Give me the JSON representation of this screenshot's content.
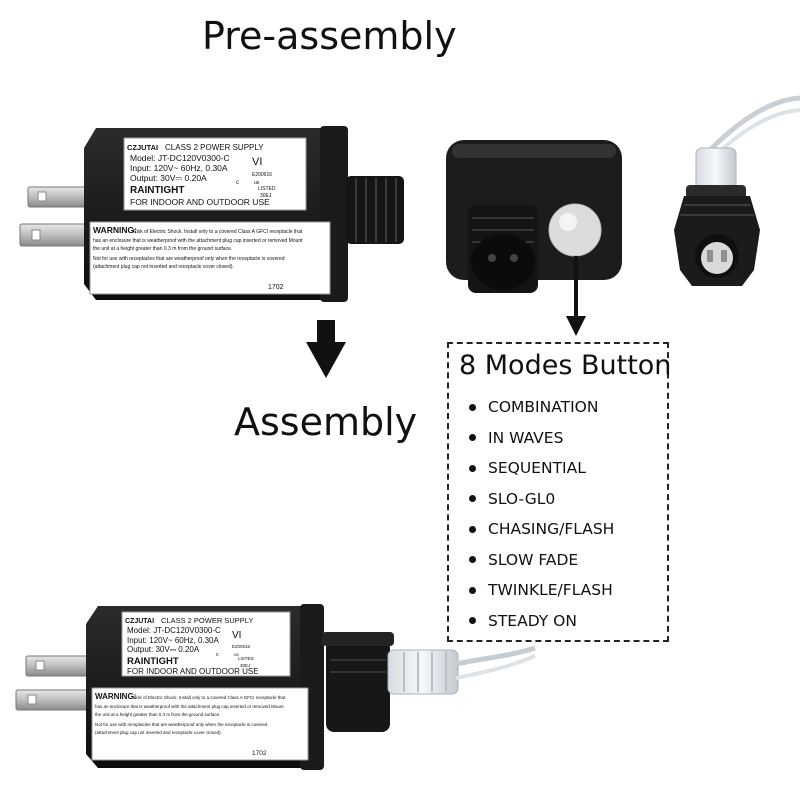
{
  "headings": {
    "pre_assembly": "Pre-assembly",
    "assembly": "Assembly"
  },
  "modes": {
    "title": "8 Modes Button",
    "items": [
      "COMBINATION",
      "IN WAVES",
      "SEQUENTIAL",
      "SLO-GL0",
      "CHASING/FLASH",
      "SLOW FADE",
      "TWINKLE/FLASH",
      "STEADY ON"
    ]
  },
  "adapter_label": {
    "brand": "CZJUTAI",
    "class": "CLASS 2 POWER SUPPLY",
    "model": "Model: JT-DC120V0300-C",
    "input": "Input: 120V~ 60Hz, 0.30A",
    "output": "Output: 30V⎓ 0.20A",
    "raintight": "RAINTIGHT",
    "use": "FOR INDOOR AND OUTDOOR USE",
    "warning_head": "WARNING:",
    "warning_1": "Risk of Electric Shock. Install only to a covered Class A GFCI receptacle that",
    "warning_2": "has an enclosure that is weatherproof with the attachment plug cap inserted or removed Mount",
    "warning_3": "the unit at a height greater than 0.3 m from the ground surface.",
    "warning_4": "Not for use with receptacles that are weatherproof only when the receptacle is covered",
    "warning_5": "(attachment plug cap not inserted and receptacle cover closed).",
    "code": "1702",
    "listed": "LISTED",
    "listed_code": "30EJ",
    "vi": "VI",
    "cert": "E200916",
    "us": "us",
    "c": "c"
  }
}
